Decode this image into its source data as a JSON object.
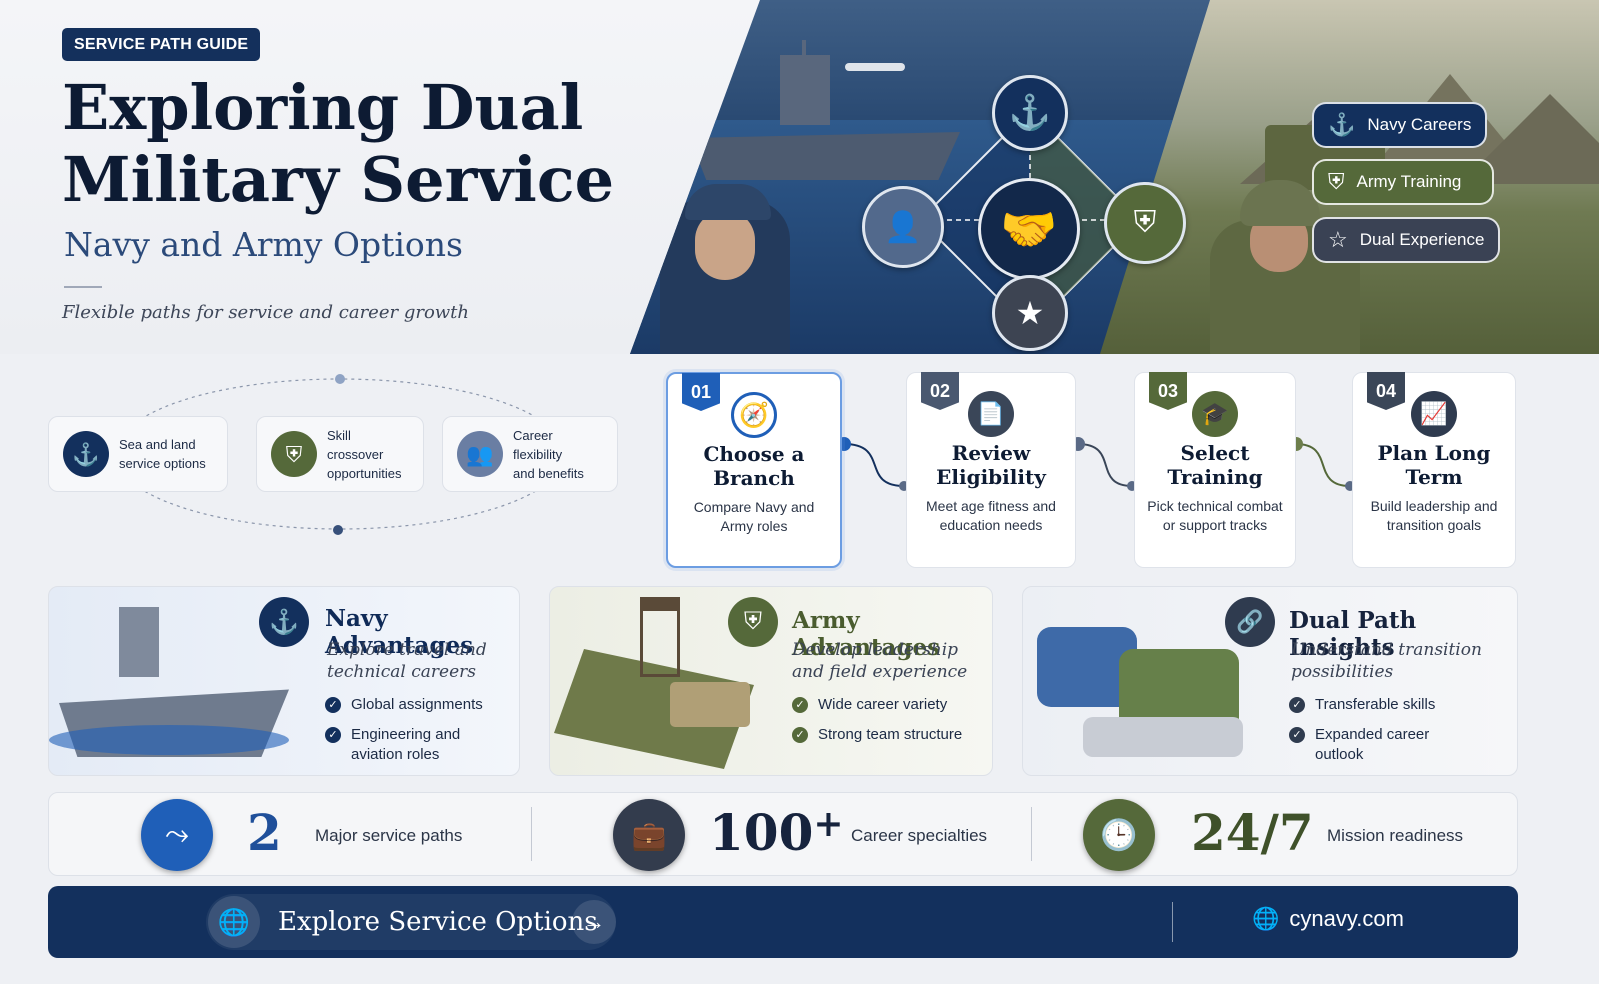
{
  "hero": {
    "tag": "SERVICE PATH GUIDE",
    "title": "Exploring Dual Military Service",
    "subtitle": "Navy and Army Options",
    "tagline": "Flexible paths for service and career growth",
    "pills": [
      {
        "label": "Navy Careers",
        "icon": "anchor-icon"
      },
      {
        "label": "Army Training",
        "icon": "shield-icon"
      },
      {
        "label": "Dual Experience",
        "icon": "star-icon"
      }
    ]
  },
  "features": [
    {
      "label_line1": "Sea and land",
      "label_line2": "service options",
      "icon": "anchor-icon"
    },
    {
      "label_line1": "Skill crossover",
      "label_line2": "opportunities",
      "icon": "shield-icon"
    },
    {
      "label_line1": "Career flexibility",
      "label_line2": "and benefits",
      "icon": "people-icon"
    }
  ],
  "steps": [
    {
      "num": "01",
      "title": "Choose a Branch",
      "desc": "Compare Navy and Army roles",
      "icon": "compass-icon"
    },
    {
      "num": "02",
      "title": "Review Eligibility",
      "desc": "Meet age fitness and education needs",
      "icon": "document-icon"
    },
    {
      "num": "03",
      "title": "Select Training",
      "desc": "Pick technical combat or support tracks",
      "icon": "graduation-cap-icon"
    },
    {
      "num": "04",
      "title": "Plan Long Term",
      "desc": "Build leadership and transition goals",
      "icon": "growth-chart-icon"
    }
  ],
  "advantages": [
    {
      "title": "Navy Advantages",
      "desc": "Explore travel and technical careers",
      "bullets": [
        "Global assignments",
        "Engineering and aviation roles"
      ]
    },
    {
      "title": "Army Advantages",
      "desc": "Develop leadership and field experience",
      "bullets": [
        "Wide career variety",
        "Strong team structure"
      ]
    },
    {
      "title": "Dual Path Insights",
      "desc": "Understand transition possibilities",
      "bullets": [
        "Transferable skills",
        "Expanded career outlook"
      ]
    }
  ],
  "stats": [
    {
      "value": "2",
      "suffix": "",
      "label": "Major service paths"
    },
    {
      "value": "100",
      "suffix": "+",
      "label": "Career specialties"
    },
    {
      "value": "24/7",
      "suffix": "",
      "label": "Mission readiness"
    }
  ],
  "cta": {
    "label": "Explore Service Options",
    "site": "cynavy.com"
  },
  "colors": {
    "navy": "#13305d",
    "army": "#566a3a",
    "accent_blue": "#1f5fb8",
    "slate": "#3a4658"
  }
}
